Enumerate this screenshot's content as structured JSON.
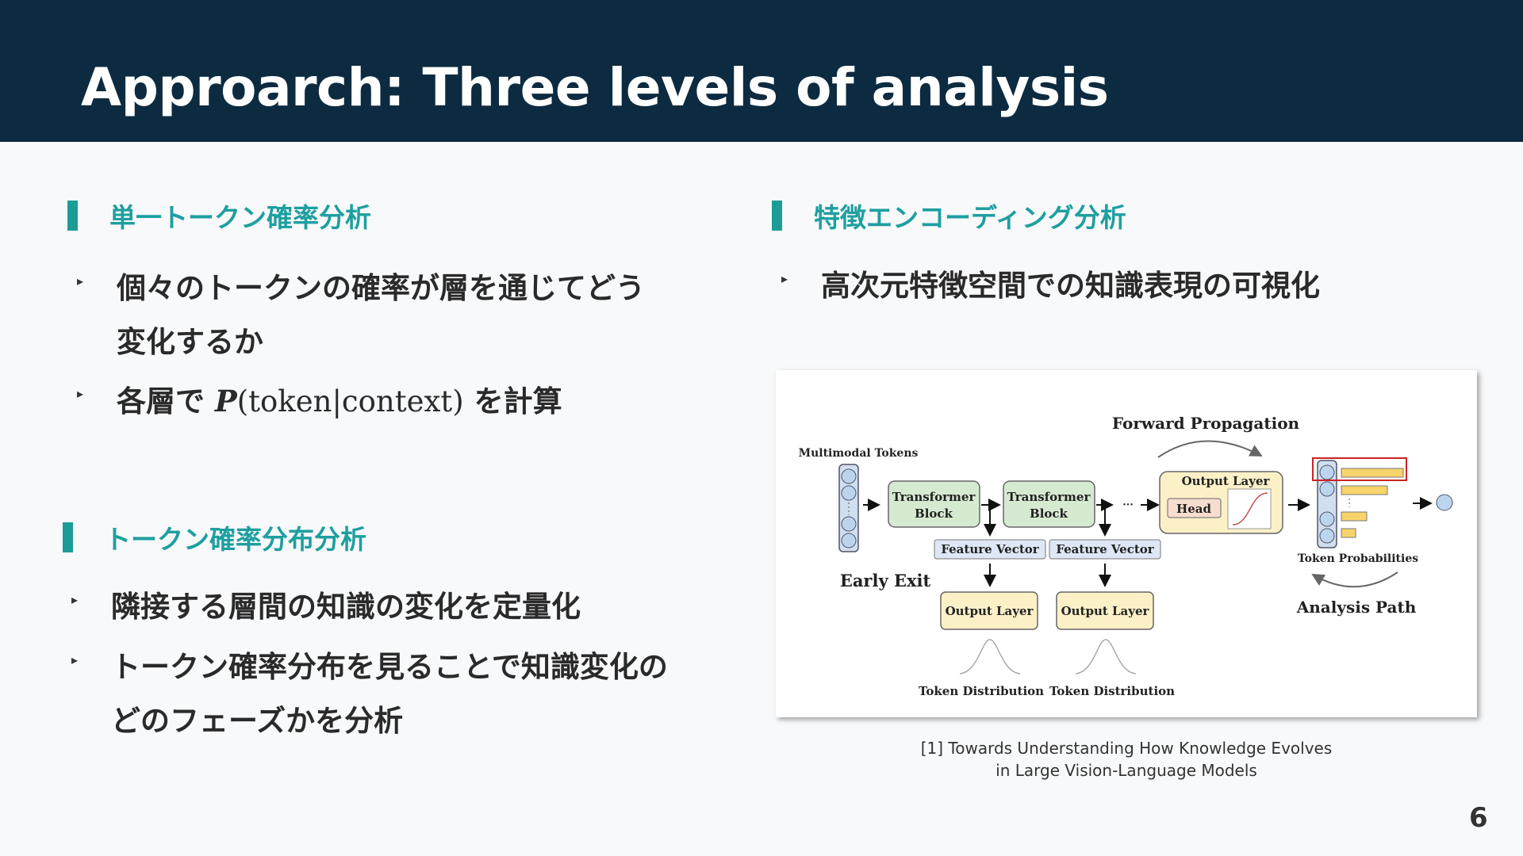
{
  "header": {
    "title": "Approarch: Three levels of analysis"
  },
  "sections": {
    "single": {
      "heading": "単一トークン確率分析",
      "bullet1_line1": "個々のトークンの確率が層を通じてどう",
      "bullet1_line2": "変化するか",
      "bullet2_pre": "各層で",
      "bullet2_math_var": "P",
      "bullet2_math_rest": "(token|context)",
      "bullet2_post": "を計算"
    },
    "distribution": {
      "heading": "トークン確率分布分析",
      "bullet1": "隣接する層間の知識の変化を定量化",
      "bullet2_line1": "トークン確率分布を見ることで知識変化の",
      "bullet2_line2": "どのフェーズかを分析"
    },
    "feature": {
      "heading": "特徴エンコーディング分析",
      "bullet1": "高次元特徴空間での知識表現の可視化"
    }
  },
  "figure": {
    "forward_propagation": "Forward Propagation",
    "multimodal_tokens": "Multimodal Tokens",
    "transformer_block_1": "Transformer",
    "transformer_block_2": "Block",
    "dots": "···",
    "output_layer": "Output Layer",
    "head": "Head",
    "feature_vector": "Feature Vector",
    "early_exit": "Early Exit",
    "token_probabilities": "Token Probabilities",
    "analysis_path": "Analysis Path",
    "token_distribution": "Token Distribution"
  },
  "caption": {
    "line1": "[1] Towards Understanding How Knowledge Evolves",
    "line2": "in Large Vision-Language Models"
  },
  "page_number": "6",
  "colors": {
    "header_bg": "#0d2b40",
    "accent_teal": "#1e9fa0",
    "block_green": "#d6ead1",
    "block_yellow": "#fcf0c7",
    "feature_blue": "#dde7f5",
    "token_blue": "#bcd4ee",
    "highlight_red": "#cc2222"
  }
}
